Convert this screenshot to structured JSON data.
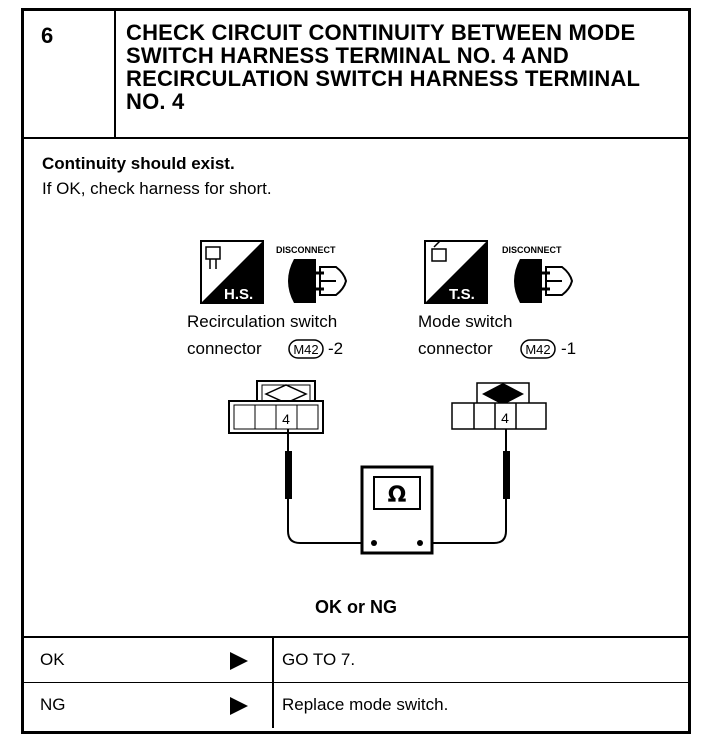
{
  "step": {
    "number": "6",
    "title": "CHECK CIRCUIT CONTINUITY BETWEEN MODE SWITCH HARNESS TERMINAL NO. 4 AND RECIRCULATION SWITCH HARNESS TERMINAL NO. 4"
  },
  "instructions": {
    "line1": "Continuity should exist.",
    "line2": "If OK, check harness for short."
  },
  "diagram": {
    "left": {
      "badge": "H.S.",
      "disconnect": "DISCONNECT",
      "label1": "Recirculation switch",
      "label2": "connector",
      "code": "M42",
      "suffix": "-2",
      "terminal": "4"
    },
    "right": {
      "badge": "T.S.",
      "disconnect": "DISCONNECT",
      "label1": "Mode switch",
      "label2": "connector",
      "code": "M42",
      "suffix": "-1",
      "terminal": "4"
    },
    "meter_symbol": "Ω"
  },
  "result_heading": "OK or NG",
  "results": [
    {
      "condition": "OK",
      "action": "GO TO 7."
    },
    {
      "condition": "NG",
      "action": "Replace mode switch."
    }
  ]
}
